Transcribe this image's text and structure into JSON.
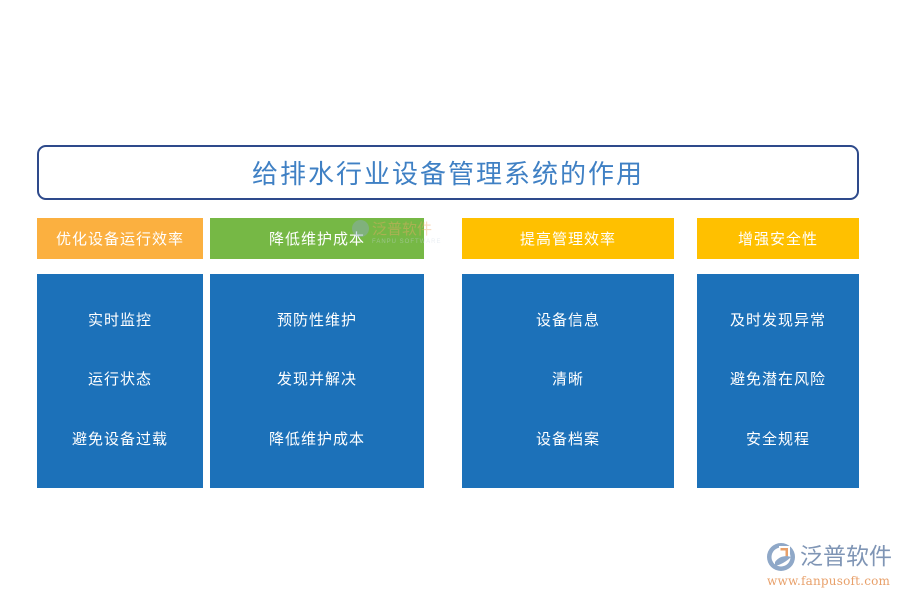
{
  "slide": {
    "title": "给排水行业设备管理系统的作用",
    "background_color": "#ffffff",
    "title_border_color": "#2e4a8b",
    "title_text_color": "#3f80c4",
    "body_color": "#1c71b9"
  },
  "columns": [
    {
      "header": "优化设备运行效率",
      "header_color": "#fbb040",
      "items": [
        "实时监控",
        "运行状态",
        "避免设备过载"
      ]
    },
    {
      "header": "降低维护成本",
      "header_color": "#76b845",
      "items": [
        "预防性维护",
        "发现并解决",
        "降低维护成本"
      ]
    },
    {
      "header": "提高管理效率",
      "header_color": "#ffc000",
      "items": [
        "设备信息",
        "清晰",
        "设备档案"
      ]
    },
    {
      "header": "增强安全性",
      "header_color": "#ffc000",
      "items": [
        "及时发现异常",
        "避免潜在风险",
        "安全规程"
      ]
    }
  ],
  "watermark": {
    "name": "泛普软件",
    "subtitle": "FANPU SOFTWARE"
  },
  "logo": {
    "name": "泛普软件",
    "url": "www.fanpusoft.com",
    "mark_color": "#8fa8c8",
    "accent_color": "#e8a06a"
  }
}
